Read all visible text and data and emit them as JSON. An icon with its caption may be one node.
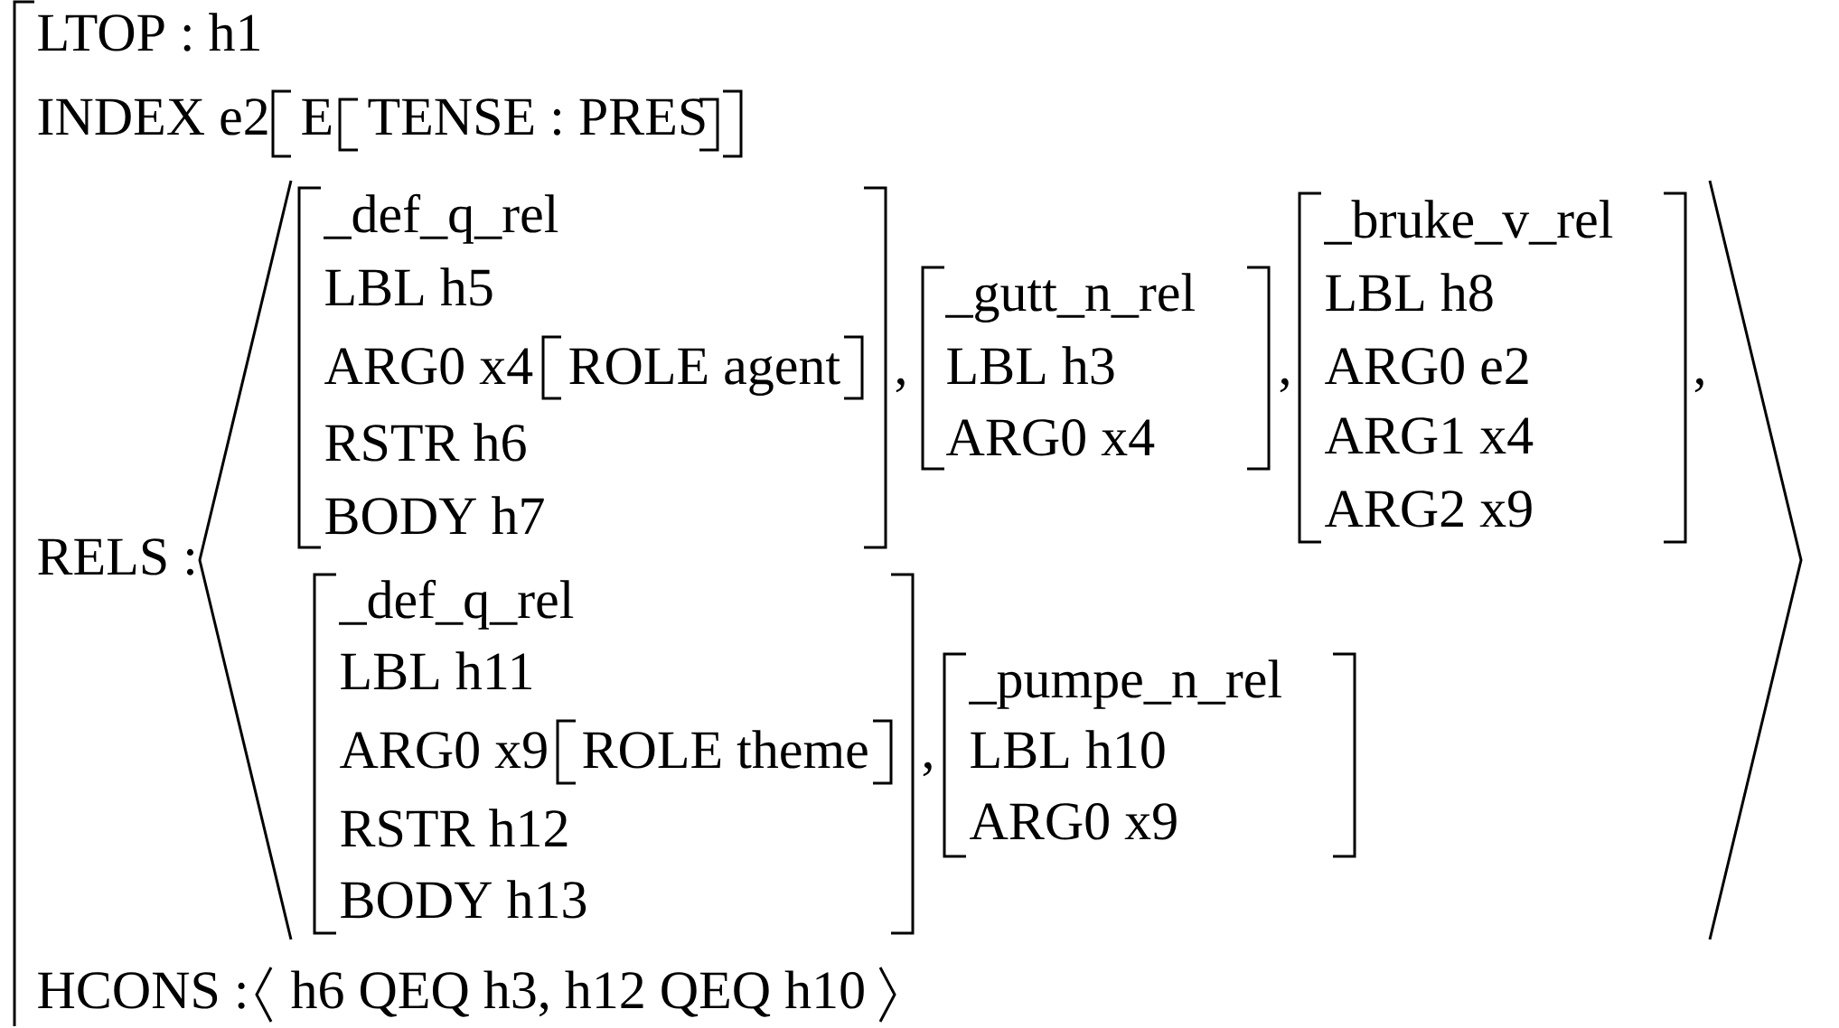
{
  "diagram": {
    "nodes": [
      {
        "text": [
          "LTOP : h1",
          "INDEX e2",
          "RELS :",
          "HCONS :"
        ]
      },
      {
        "text": [
          "E"
        ]
      },
      {
        "text": [
          "TENSE : PRES"
        ],
        "in": 1
      },
      {
        "text": [],
        "shape": "brackets"
      },
      {
        "text": [
          "_def_q_rel",
          "LBL h5",
          "ARG0 x4",
          "RSTR h6",
          "BODY h7"
        ],
        "in": 3
      },
      {
        "text": [
          "ROLE agent"
        ],
        "in": 4
      },
      {
        "text": [
          "_gutt_n_rel",
          "LBL h3",
          "ARG0 x4"
        ],
        "in": 3
      },
      {
        "text": [
          "_bruke_v_rel",
          "LBL h8",
          "ARG0 e2",
          "ARG1 x4",
          "ARG2 x9"
        ],
        "in": 3
      },
      {
        "text": [
          "_def_q_rel",
          "LBL h11",
          "ARG0 x9",
          "RSTR h12",
          "BODY h13"
        ],
        "in": 3
      },
      {
        "text": [
          "ROLE theme"
        ],
        "in": 8
      },
      {
        "text": [
          "_pumpe_n_rel",
          "LBL h10",
          "ARG0 x9"
        ],
        "in": 3
      },
      {
        "text": [
          "h6 QEQ h3, h12 QEQ h10"
        ]
      }
    ],
    "edges": [],
    "labels": [
      ",",
      ",",
      ",",
      ","
    ]
  }
}
